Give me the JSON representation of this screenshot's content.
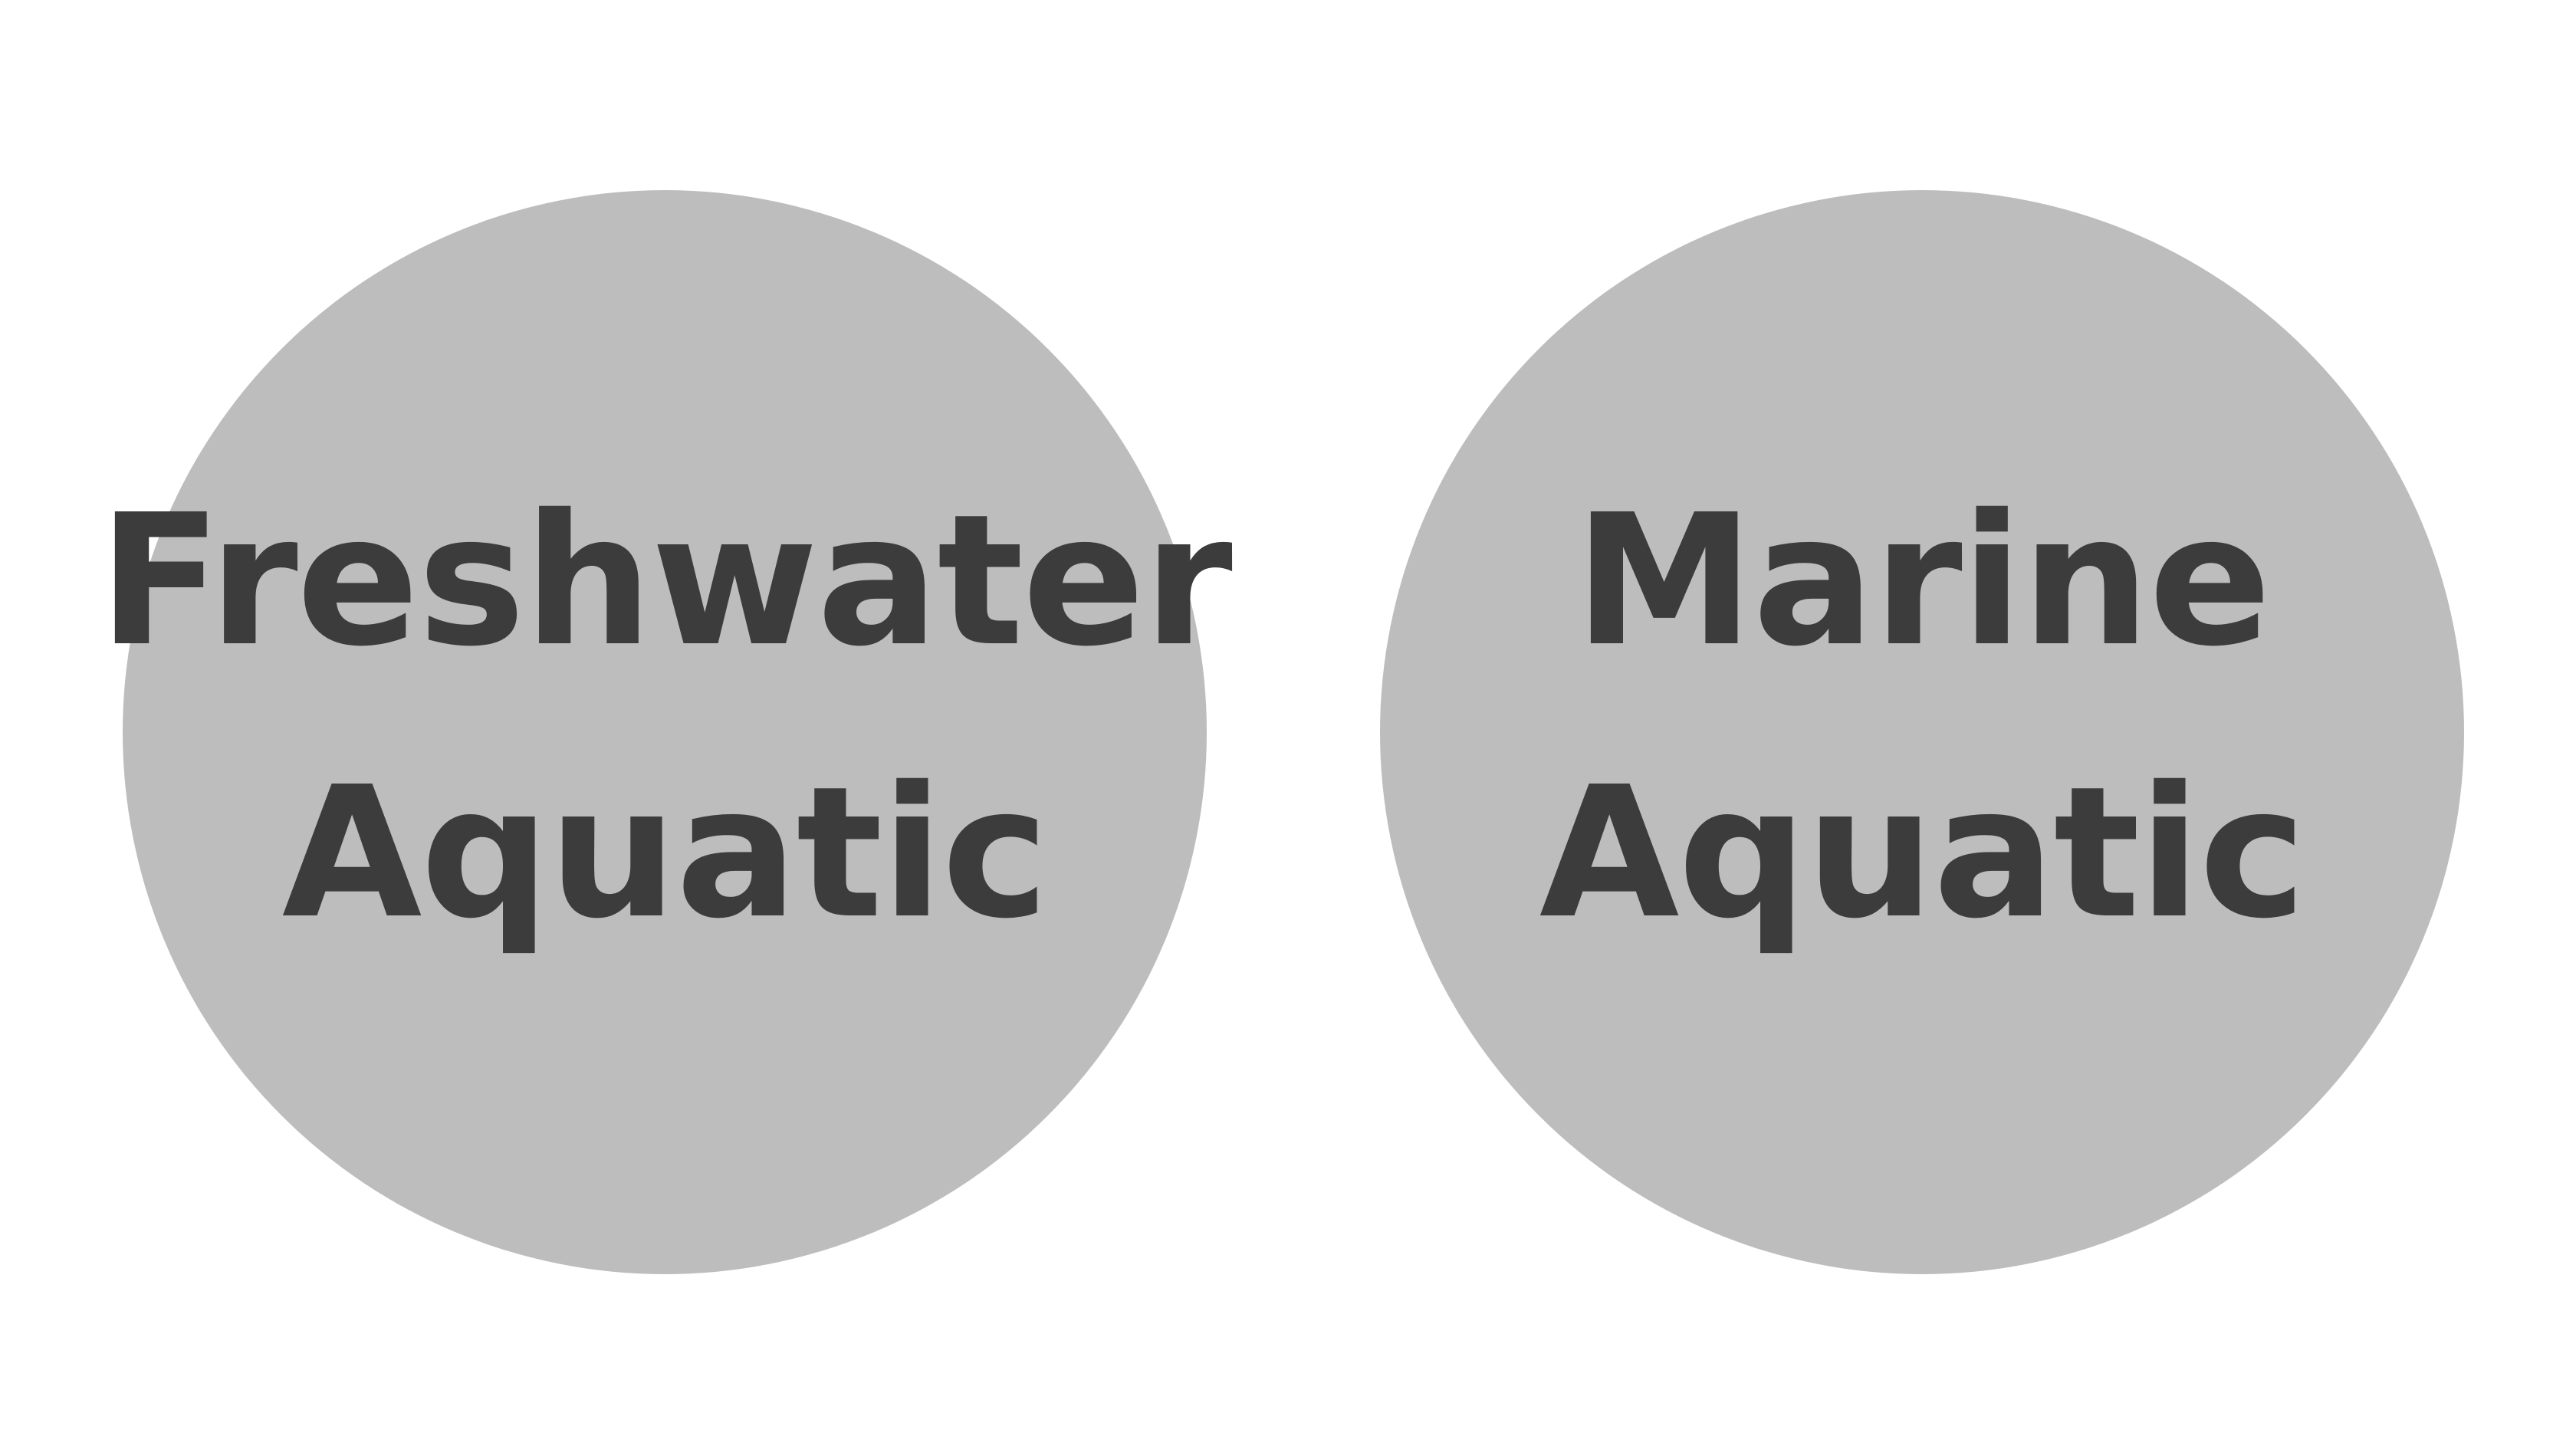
{
  "diagram": {
    "circles": [
      {
        "id": "freshwater",
        "line1": "Freshwater",
        "line2": "Aquatic"
      },
      {
        "id": "marine",
        "line1": "Marine",
        "line2": "Aquatic"
      }
    ],
    "colors": {
      "circle_fill": "#bdbdbd",
      "text": "#3c3c3c",
      "background": "#ffffff"
    }
  }
}
